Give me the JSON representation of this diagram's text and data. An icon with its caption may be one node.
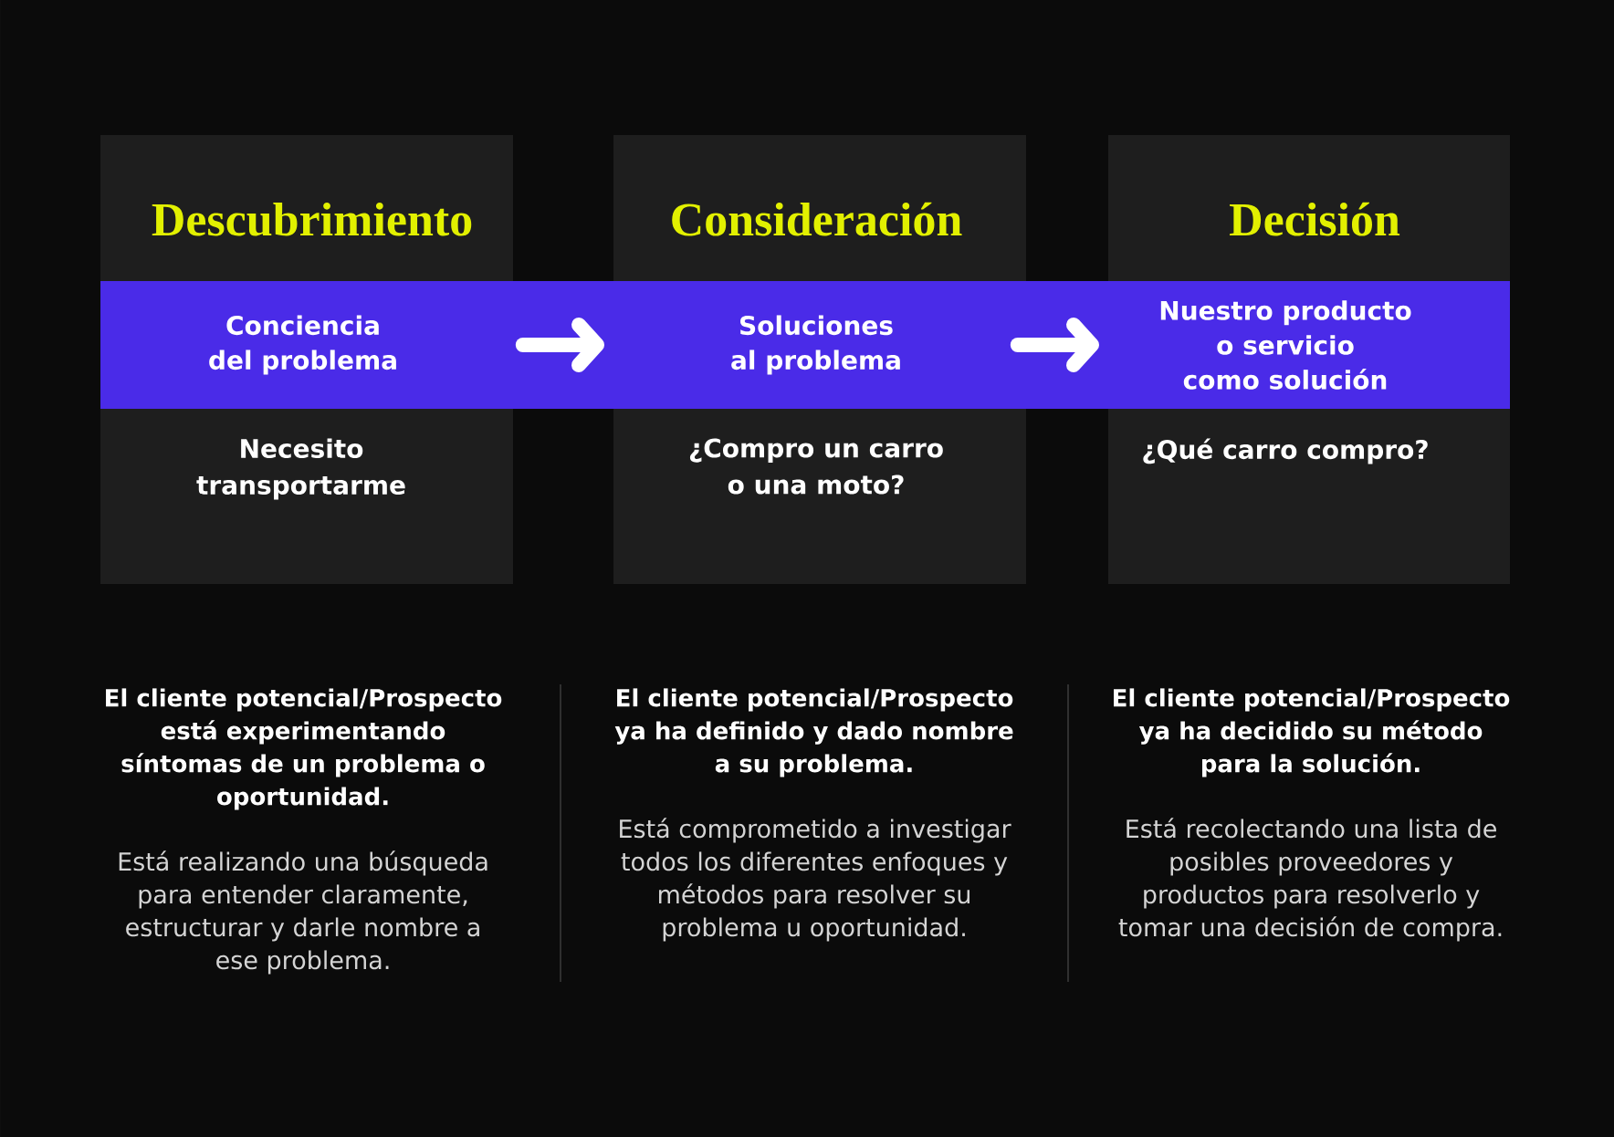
{
  "diagram": {
    "nodes": [
      {
        "text": [
          "Descubrimiento",
          "Conciencia del problema",
          "Necesito transportarme"
        ]
      },
      {
        "text": [
          "Consideración",
          "Soluciones al problema",
          "¿Compro un carro o una moto?"
        ]
      },
      {
        "text": [
          "Decisión",
          "Nuestro producto o servicio como solución",
          "¿Qué carro compro?"
        ]
      }
    ],
    "edges": [
      {
        "from": 0,
        "to": 1,
        "arrow": "to"
      },
      {
        "from": 1,
        "to": 2,
        "arrow": "to"
      }
    ],
    "labels": [
      "El cliente potencial/Prospecto está experimentando síntomas de un problema o oportunidad.",
      "Está realizando una búsqueda para entender claramente, estructurar y darle nombre a ese problema.",
      "El cliente potencial/Prospecto ya ha definido y dado nombre a su problema.",
      "Está comprometido a investigar todos los diferentes enfoques y métodos para resolver su problema u oportunidad.",
      "El cliente potencial/Prospecto ya ha decidido su método para la solución.",
      "Está recolectando una lista de posibles proveedores y productos para resolverlo y tomar una decisión de compra."
    ]
  }
}
